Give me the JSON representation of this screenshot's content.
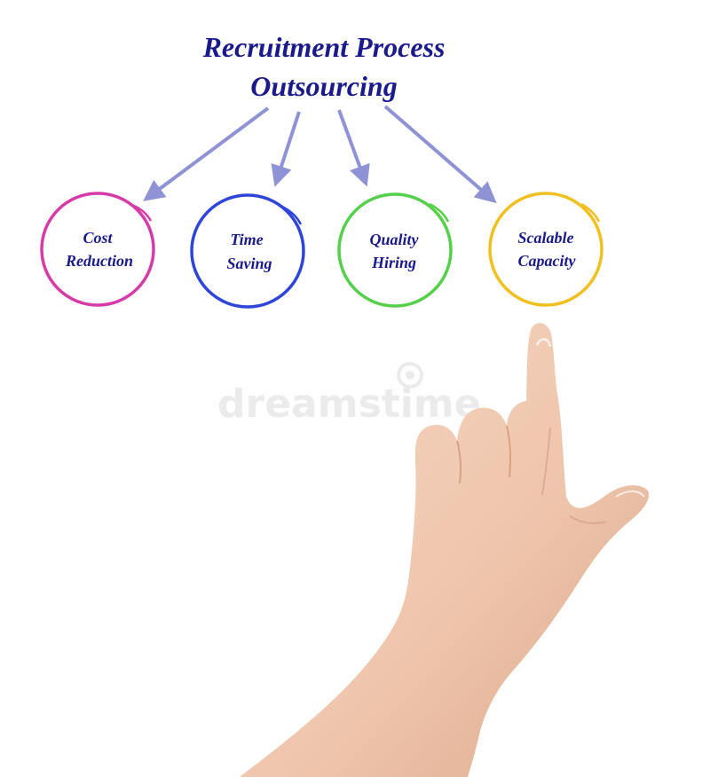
{
  "diagram": {
    "title_lines": [
      "Recruitment Process",
      "Outsourcing"
    ],
    "title_color": "#1a1a8c",
    "arrow_color": "#8f93d6",
    "nodes": [
      {
        "lines": [
          "Cost",
          "Reduction"
        ],
        "color": "#d63ca8"
      },
      {
        "lines": [
          "Time",
          "Saving"
        ],
        "color": "#2f45d8"
      },
      {
        "lines": [
          "Quality",
          "Hiring"
        ],
        "color": "#55d04a"
      },
      {
        "lines": [
          "Scalable",
          "Capacity"
        ],
        "color": "#f0c020"
      }
    ],
    "watermark": {
      "text": "dreamstime",
      "icon": "dreamstime-logo-icon"
    }
  },
  "image": {
    "subject": "hand-pointing-icon"
  }
}
